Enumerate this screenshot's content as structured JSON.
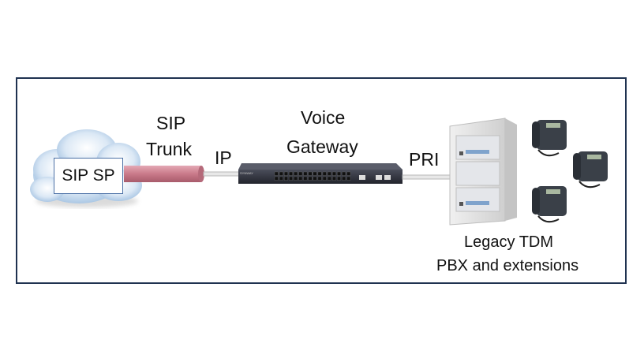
{
  "diagram": {
    "nodes": {
      "sip_sp": {
        "label": "SIP SP"
      },
      "sip_trunk": {
        "line1": "SIP",
        "line2": "Trunk"
      },
      "ip": {
        "label": "IP"
      },
      "voice_gateway": {
        "line1": "Voice",
        "line2": "Gateway",
        "brand": "SYNWAY"
      },
      "pri": {
        "label": "PRI"
      },
      "legacy": {
        "line1": "Legacy TDM",
        "line2": "PBX and extensions"
      }
    },
    "colors": {
      "frame": "#1f3250",
      "trunk_pipe": "#c97a8a",
      "cloud": "#bcd3ea",
      "cable": "#c8c8c8",
      "gateway_body": "#2d2f3a",
      "rack": "#dcdcdc",
      "phone": "#3a4048"
    }
  }
}
